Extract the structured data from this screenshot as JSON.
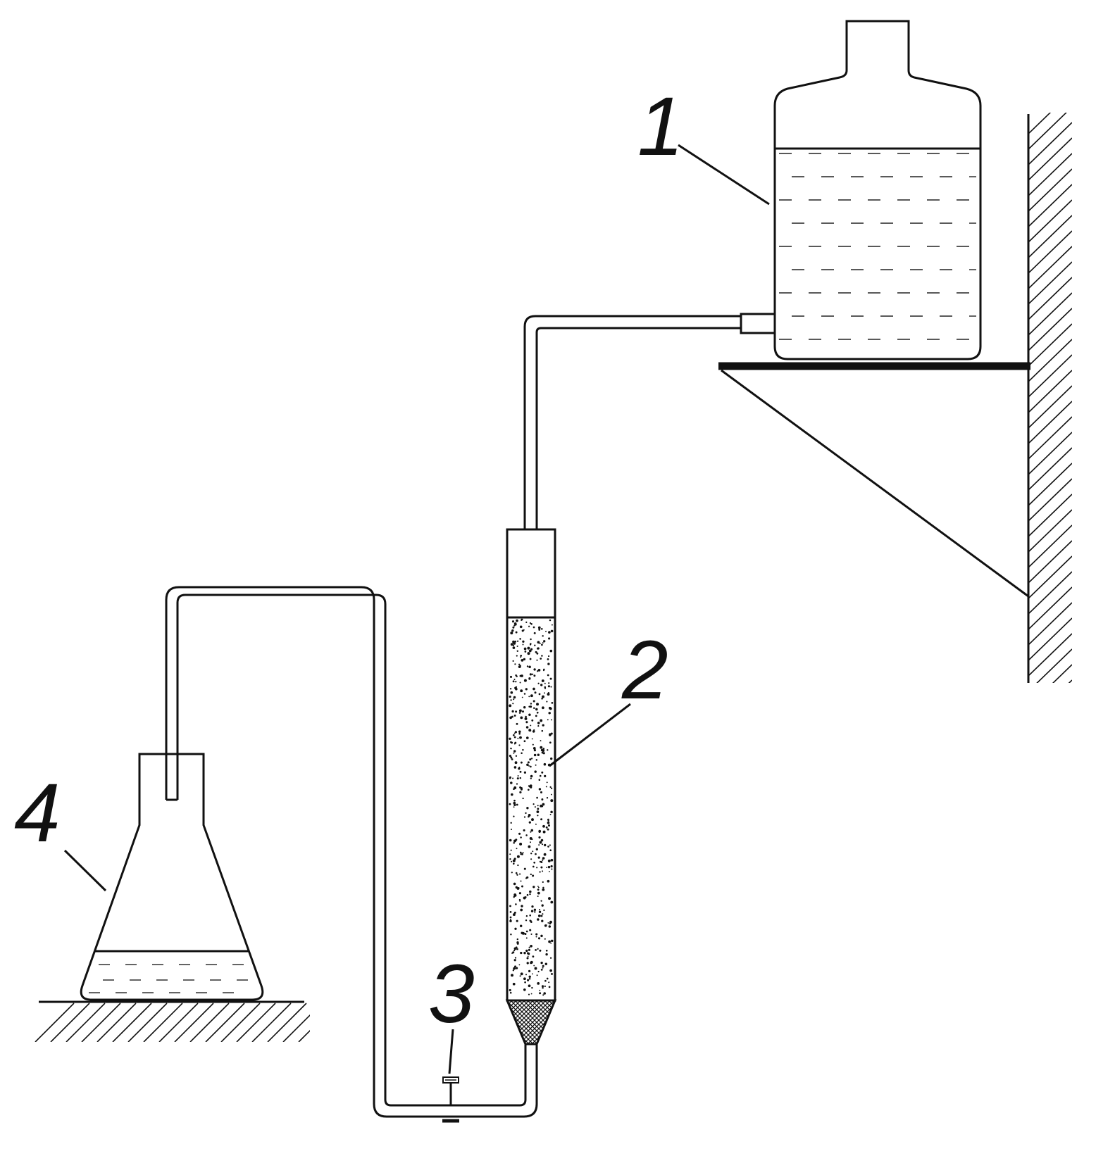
{
  "labels": [
    {
      "id": "1",
      "text": "1"
    },
    {
      "id": "2",
      "text": "2"
    },
    {
      "id": "3",
      "text": "3"
    },
    {
      "id": "4",
      "text": "4"
    }
  ],
  "colors": {
    "stroke": "#111111",
    "background": "#ffffff"
  }
}
